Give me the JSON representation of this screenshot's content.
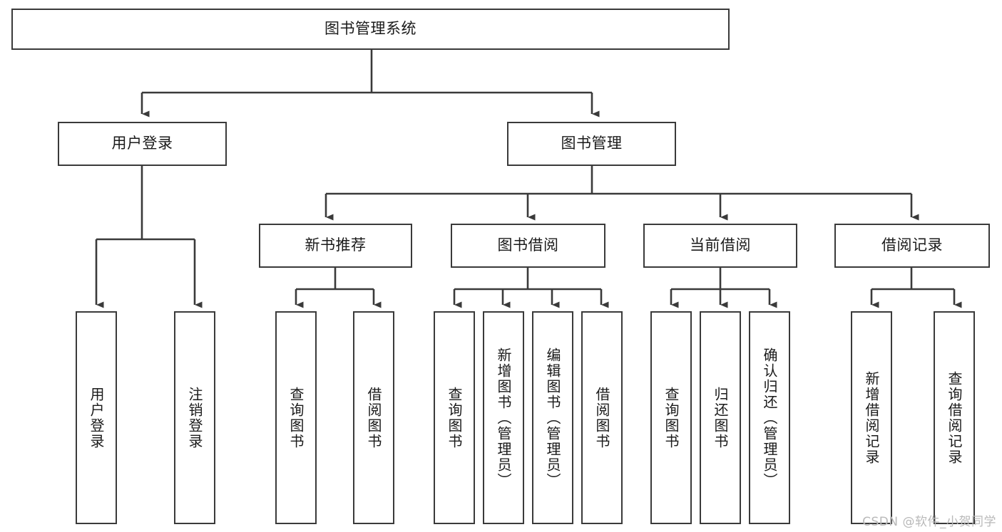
{
  "diagram": {
    "title": "图书管理系统",
    "type": "tree",
    "watermark": "CSDN @软件_小贺同学",
    "colors": {
      "box_border": "#3a3a3a",
      "box_fill": "#ffffff",
      "connector": "#3a3a3a",
      "text": "#1a1a1a",
      "watermark": "#b9b9b9",
      "background": "#ffffff"
    },
    "root": {
      "label": "图书管理系统"
    },
    "level2": [
      {
        "label": "用户登录"
      },
      {
        "label": "图书管理"
      }
    ],
    "level3": [
      {
        "label": "新书推荐"
      },
      {
        "label": "图书借阅"
      },
      {
        "label": "当前借阅"
      },
      {
        "label": "借阅记录"
      }
    ],
    "leaves": {
      "user_login": [
        {
          "label": "用户登录"
        },
        {
          "label": "注销登录"
        }
      ],
      "new_book_recommend": [
        {
          "label": "查询图书"
        },
        {
          "label": "借阅图书"
        }
      ],
      "book_borrow": [
        {
          "label": "查询图书"
        },
        {
          "label": "新增图书（管理员）"
        },
        {
          "label": "编辑图书（管理员）"
        },
        {
          "label": "借阅图书"
        }
      ],
      "current_borrow": [
        {
          "label": "查询图书"
        },
        {
          "label": "归还图书"
        },
        {
          "label": "确认归还（管理员）"
        }
      ],
      "borrow_record": [
        {
          "label": "新增借阅记录"
        },
        {
          "label": "查询借阅记录"
        }
      ]
    }
  }
}
